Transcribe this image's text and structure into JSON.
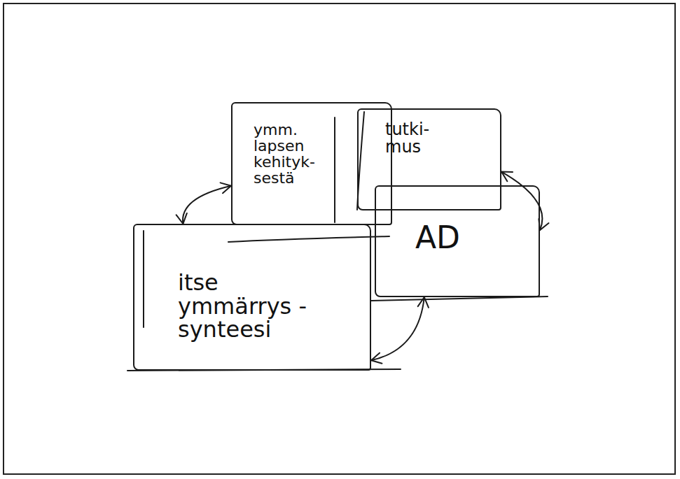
{
  "diagram": {
    "nodes": [
      {
        "text": [
          "ymm. lapsen kehityk- sestä"
        ]
      },
      {
        "text": [
          "tutki- mus"
        ]
      },
      {
        "text": [
          "AD"
        ]
      },
      {
        "text": [
          "itse ymmärrys - synteesi"
        ]
      }
    ],
    "edges": [
      {
        "from": 0,
        "to": 3,
        "arrow": "both"
      },
      {
        "from": 1,
        "to": 2,
        "arrow": "both"
      },
      {
        "from": 3,
        "to": 2,
        "arrow": "both"
      }
    ]
  }
}
